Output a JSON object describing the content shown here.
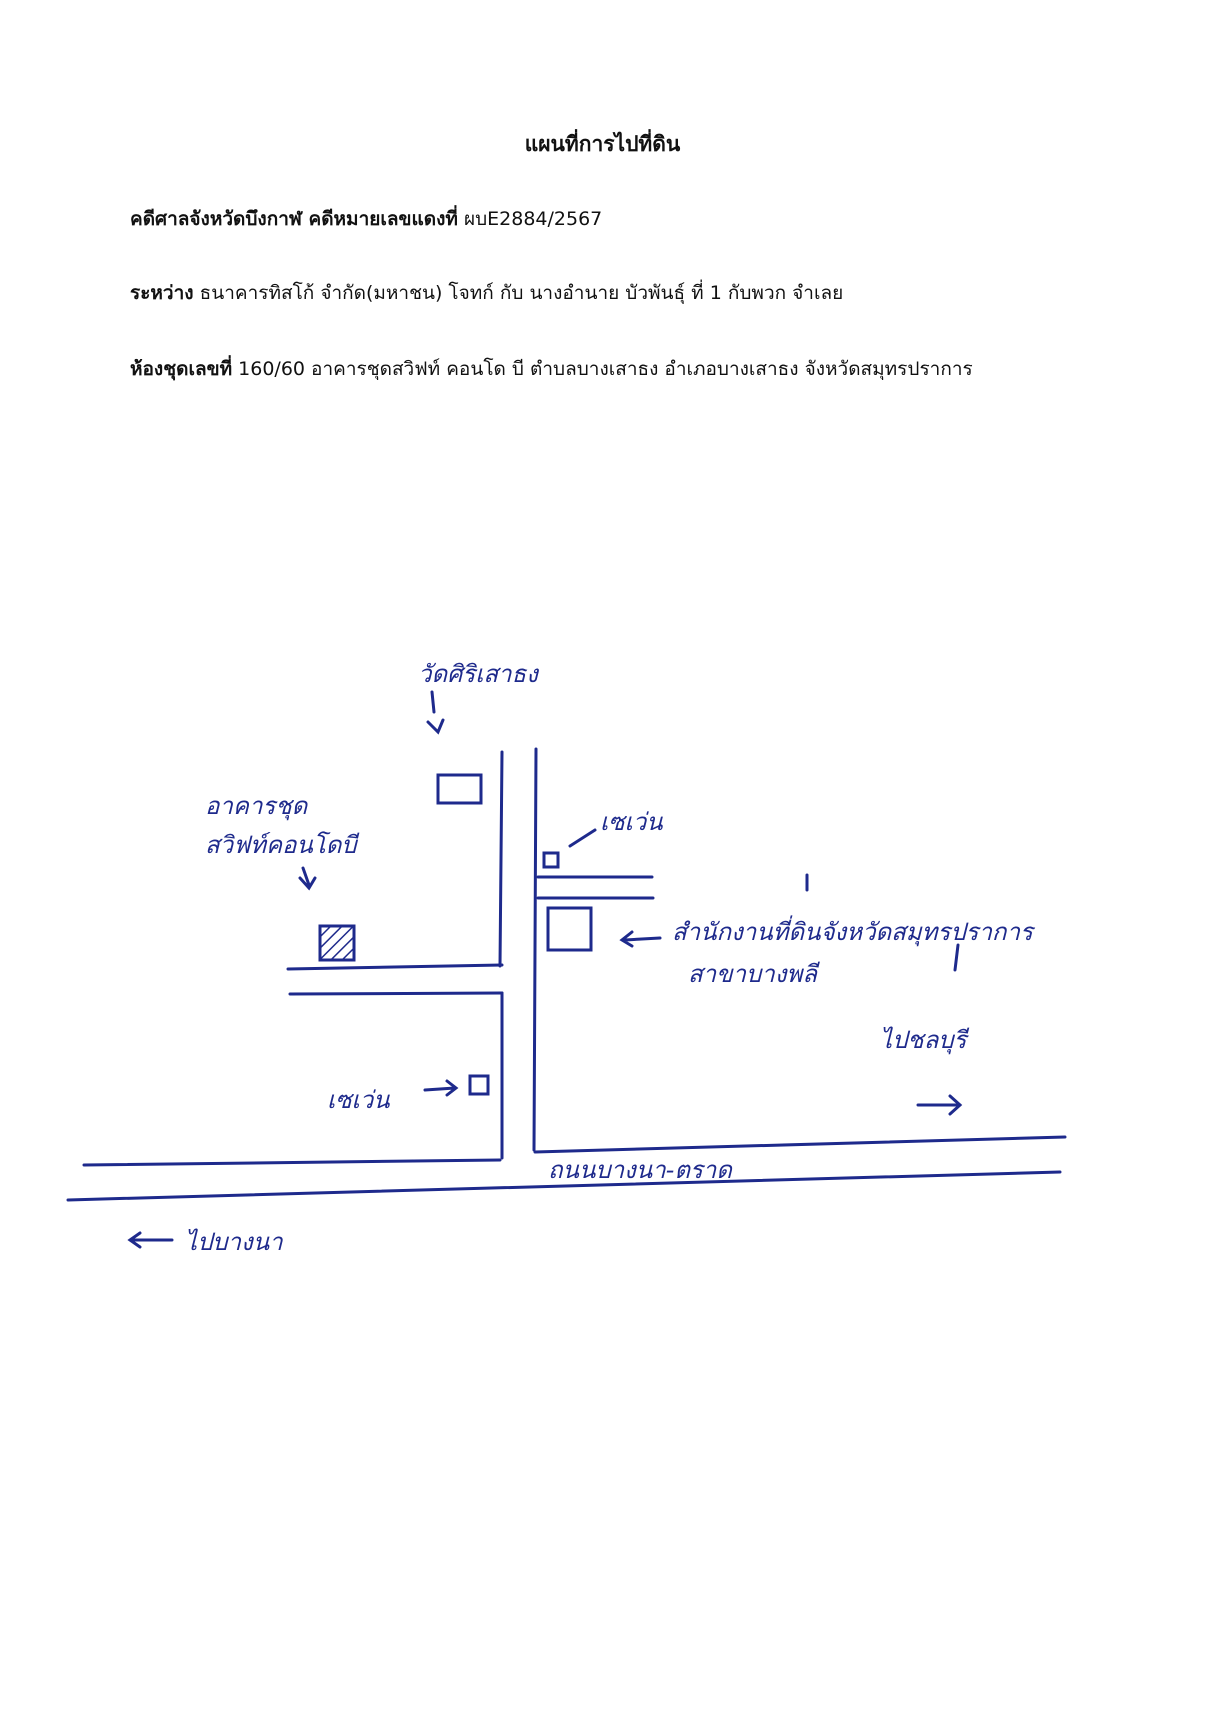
{
  "header": {
    "title": "แผนที่การไปที่ดิน",
    "case_label": "คดีศาลจังหวัดบึงกาฬ คดีหมายเลขแดงที่",
    "case_number": "ผบE2884/2567",
    "parties_label": "ระหว่าง",
    "parties_text": "ธนาคารทิสโก้ จำกัด(มหาชน)  โจทก์ กับ นางอำนาย  บัวพันธุ์  ที่ 1 กับพวก   จำเลย",
    "unit_label": "ห้องชุดเลขที่",
    "unit_text": "160/60 อาคารชุดสวิฟท์ คอนโด บี  ตำบลบางเสาธง อำเภอบางเสาธง จังหวัดสมุทรปราการ"
  },
  "map": {
    "temple": "วัดศิริเสาธง",
    "condo_line1": "อาคารชุด",
    "condo_line2": "สวิฟท์คอนโดบี",
    "shophouse_top": "เซเว่น",
    "office_line1": "สำนักงานที่ดินจังหวัดสมุทรปราการ",
    "office_line2": "สาขาบางพลี",
    "shophouse_bottom": "เซเว่น",
    "to_chonburi": "ไปชลบุรี",
    "road_name": "ถนนบางนา-ตราด",
    "to_bangna": "ไปบางนา"
  },
  "colors": {
    "ink": "#1e2a8c",
    "text": "#111111"
  }
}
